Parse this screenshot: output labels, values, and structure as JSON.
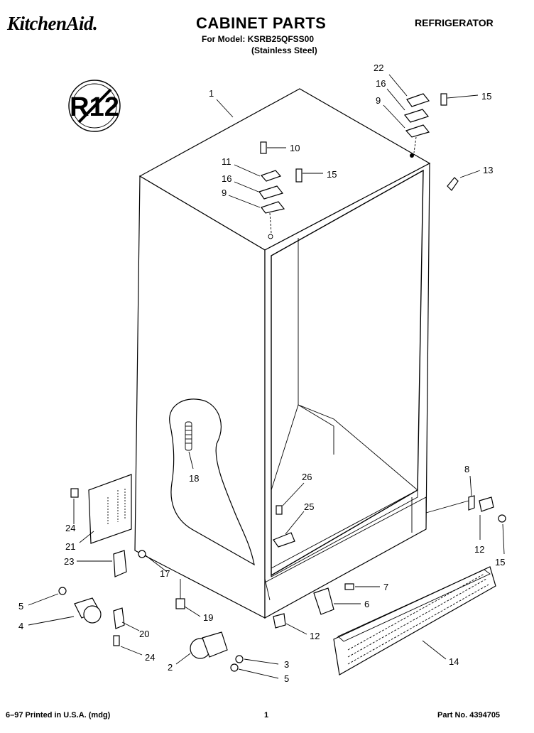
{
  "header": {
    "brand": "KitchenAid.",
    "title": "CABINET PARTS",
    "model_line": "For Model: KSRB25QFSS00",
    "model_note": "(Stainless Steel)",
    "category": "REFRIGERATOR"
  },
  "badge": {
    "text": "R12"
  },
  "callouts": [
    {
      "id": "c1",
      "text": "1"
    },
    {
      "id": "c22",
      "text": "22"
    },
    {
      "id": "c16a",
      "text": "16"
    },
    {
      "id": "c9a",
      "text": "9"
    },
    {
      "id": "c15a",
      "text": "15"
    },
    {
      "id": "c10",
      "text": "10"
    },
    {
      "id": "c11",
      "text": "11"
    },
    {
      "id": "c16b",
      "text": "16"
    },
    {
      "id": "c15b",
      "text": "15"
    },
    {
      "id": "c9b",
      "text": "9"
    },
    {
      "id": "c13",
      "text": "13"
    },
    {
      "id": "c18",
      "text": "18"
    },
    {
      "id": "c26",
      "text": "26"
    },
    {
      "id": "c25",
      "text": "25"
    },
    {
      "id": "c8",
      "text": "8"
    },
    {
      "id": "c24a",
      "text": "24"
    },
    {
      "id": "c21",
      "text": "21"
    },
    {
      "id": "c23",
      "text": "23"
    },
    {
      "id": "c17",
      "text": "17"
    },
    {
      "id": "c12a",
      "text": "12"
    },
    {
      "id": "c15c",
      "text": "15"
    },
    {
      "id": "c7",
      "text": "7"
    },
    {
      "id": "c6",
      "text": "6"
    },
    {
      "id": "c5a",
      "text": "5"
    },
    {
      "id": "c4",
      "text": "4"
    },
    {
      "id": "c20",
      "text": "20"
    },
    {
      "id": "c19",
      "text": "19"
    },
    {
      "id": "c12b",
      "text": "12"
    },
    {
      "id": "c24b",
      "text": "24"
    },
    {
      "id": "c14",
      "text": "14"
    },
    {
      "id": "c3",
      "text": "3"
    },
    {
      "id": "c2",
      "text": "2"
    },
    {
      "id": "c5b",
      "text": "5"
    }
  ],
  "footer": {
    "printed": "6–97 Printed in U.S.A. (mdg)",
    "page": "1",
    "part_no": "Part No. 4394705"
  }
}
